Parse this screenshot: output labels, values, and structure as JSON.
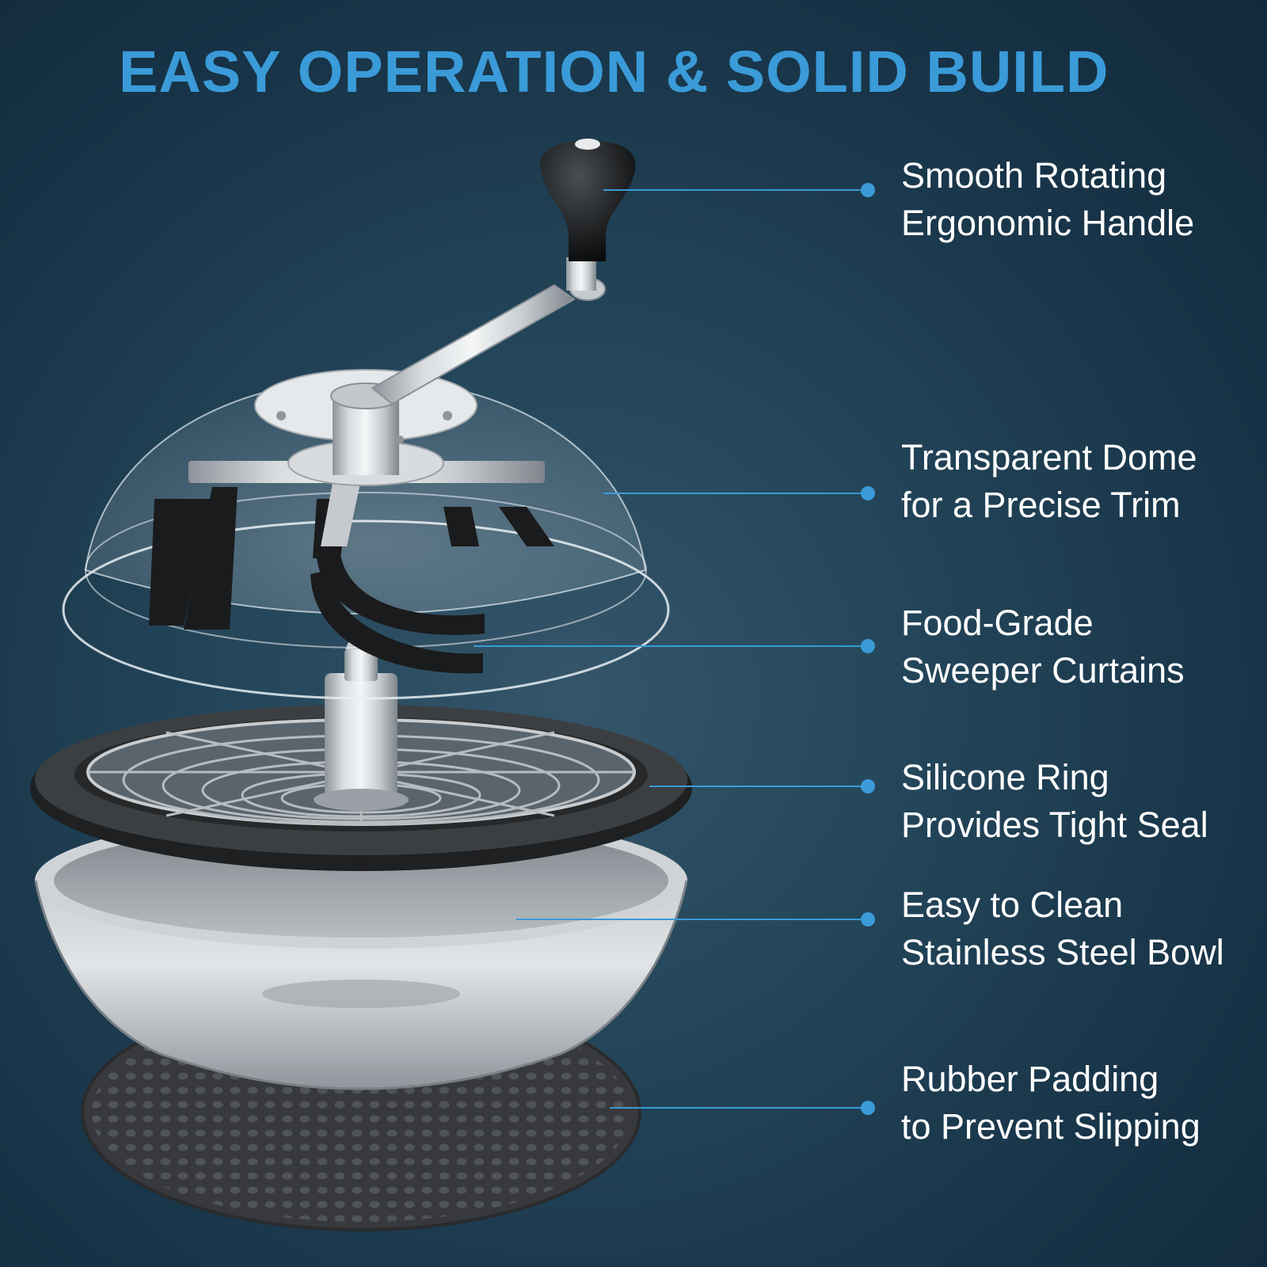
{
  "page": {
    "title": "EASY OPERATION & SOLID BUILD",
    "accent_color": "#3a9bd8",
    "background_color": "#1d3c50"
  },
  "product": {
    "parts": [
      "handle-knob-icon",
      "crank-arm-icon",
      "dome-icon",
      "sweeper-blades-icon",
      "spindle-icon",
      "mesh-grate-icon",
      "silicone-ring-icon",
      "steel-bowl-icon",
      "rubber-pad-icon"
    ]
  },
  "features": [
    {
      "line1": "Smooth Rotating",
      "line2": "Ergonomic Handle"
    },
    {
      "line1": "Transparent Dome",
      "line2": "for a Precise Trim"
    },
    {
      "line1": "Food-Grade",
      "line2": "Sweeper Curtains"
    },
    {
      "line1": "Silicone Ring",
      "line2": "Provides Tight Seal"
    },
    {
      "line1": "Easy to Clean",
      "line2": "Stainless Steel Bowl"
    },
    {
      "line1": "Rubber Padding",
      "line2": "to Prevent Slipping"
    }
  ]
}
